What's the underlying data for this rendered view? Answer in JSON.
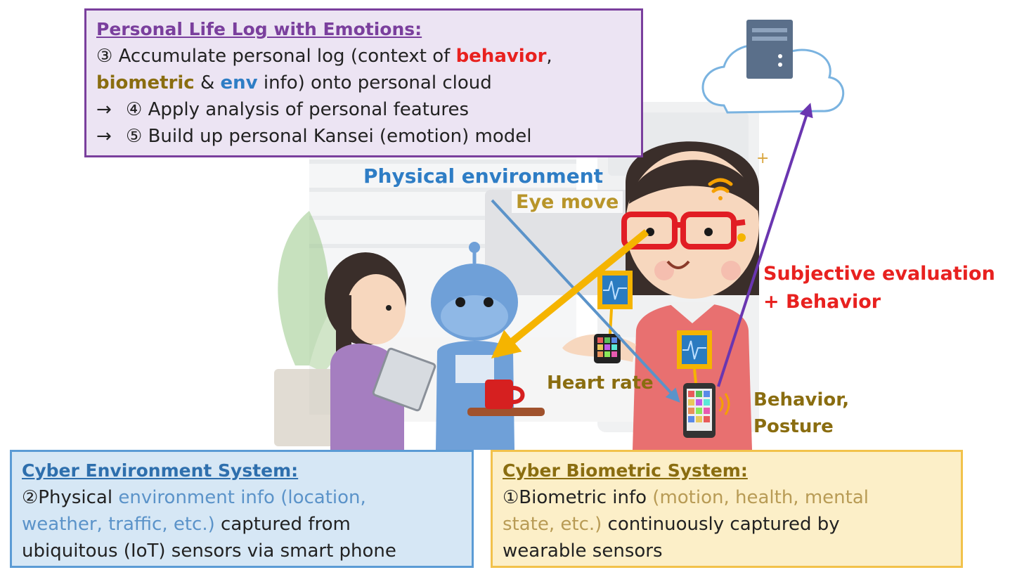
{
  "life_log": {
    "title": "Personal Life Log with Emotions:",
    "l1_a": "③ Accumulate personal log (context of ",
    "l1_behavior": "behavior",
    "l1_b": ",",
    "l2_biometric": "biometric",
    "l2_a": " & ",
    "l2_env": "env",
    "l2_b": " info) onto personal cloud",
    "l3_arrow": "→",
    "l3": "④ Apply analysis of personal features",
    "l4_arrow": "→",
    "l4": "⑤ Build up personal Kansei (emotion) model"
  },
  "env_system": {
    "title": "Cyber Environment System:",
    "l1_a": "②Physical ",
    "l1_b": "environment info (location,",
    "l2_a": "weather, traffic, etc.)",
    "l2_b": " captured from",
    "l3": "ubiquitous (IoT) sensors via smart phone"
  },
  "bio_system": {
    "title": "Cyber Biometric  System:",
    "l1_a": "①Biometric info ",
    "l1_b": "(motion, health, mental",
    "l2_a": "state, etc.)",
    "l2_b": " continuously captured by",
    "l3": "wearable sensors"
  },
  "labels": {
    "physical_env": "Physical environment",
    "eye_move": "Eye move",
    "heart_rate": "Heart rate",
    "behavior_posture_1": "Behavior,",
    "behavior_posture_2": "Posture",
    "subjective_1": "Subjective evaluation",
    "subjective_2": "+ Behavior"
  },
  "colors": {
    "purple": "#7a3f9d",
    "red": "#e8211f",
    "blue": "#2e7dc5",
    "olive": "#8a6d10",
    "yellow_arrow": "#f5b400"
  }
}
